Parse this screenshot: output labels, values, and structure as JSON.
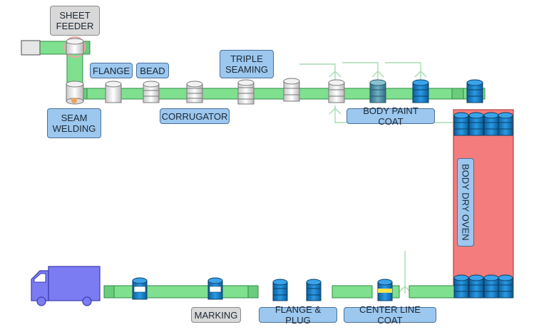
{
  "labels": {
    "sheet_feeder": "SHEET\nFEEDER",
    "flange": "FLANGE",
    "bead": "BEAD",
    "triple_seaming": "TRIPLE\nSEAMING",
    "seam_welding": "SEAM\nWELDING",
    "corrugator": "CORRUGATOR",
    "body_paint_coat": "BODY PAINT COAT",
    "body_dry_oven": "BODY DRY OVEN",
    "marking": "MARKING",
    "flange_and_plug": "FLANGE & PLUG",
    "center_line_coat": "CENTER LINE COAT"
  },
  "colors": {
    "conveyor_fill": "#7fe08f",
    "conveyor_stroke": "#2f8a45",
    "label_fill": "#9cc7ee",
    "label_stroke": "#4a6f9a",
    "label_grey_fill": "#d8d8d8",
    "oven_fill": "#f47c7c",
    "drum_blue": "#1e8bd6",
    "drum_white": "#f2f2f2",
    "truck_fill": "#7c7cf2",
    "spray_lines": "#a8dcb2"
  },
  "icons": {
    "truck": "truck-icon",
    "drum": "drum-icon",
    "sheet_feeder": "sheet-feeder-icon"
  }
}
